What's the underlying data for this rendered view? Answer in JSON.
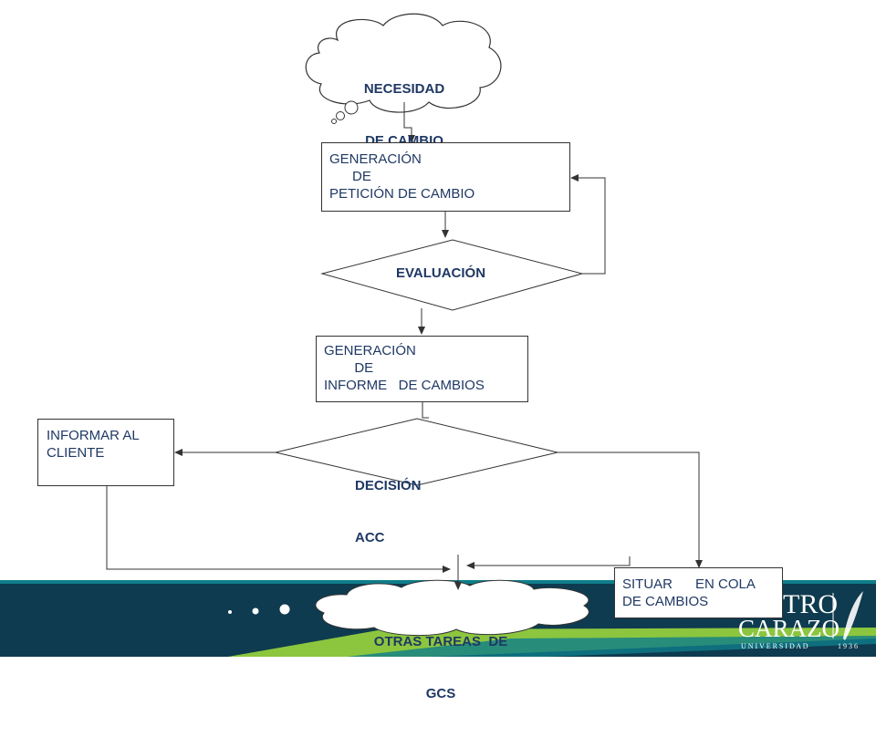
{
  "colors": {
    "band_dark": "#0e3b4f",
    "band_teal": "#0f7d8a",
    "band_green": "#8cc63f",
    "text_navy": "#1f3864",
    "line": "#333333"
  },
  "nodes": {
    "need": {
      "lines": [
        "NECESIDAD",
        "DE CAMBIO"
      ]
    },
    "gen_request": {
      "lines": [
        "GENERACIÓN",
        "      DE",
        "PETICIÓN DE CAMBIO"
      ]
    },
    "evaluation": {
      "label": "EVALUACIÓN"
    },
    "gen_report": {
      "lines": [
        "GENERACIÓN",
        "        DE",
        "INFORME   DE CAMBIOS"
      ]
    },
    "decision": {
      "lines": [
        "DECISIÓN",
        "ACC"
      ]
    },
    "inform_client": {
      "lines": [
        "INFORMAR AL",
        "CLIENTE"
      ]
    },
    "queue": {
      "lines": [
        "SITUAR      EN COLA",
        "DE CAMBIOS"
      ]
    },
    "other_tasks": {
      "lines": [
        "OTRAS TAREAS  DE",
        "GCS"
      ]
    }
  },
  "logo": {
    "line1": "TRO",
    "line2": "CARAZO",
    "sub": "U N I V E R S I D A D",
    "year": "1 9 3 6"
  }
}
